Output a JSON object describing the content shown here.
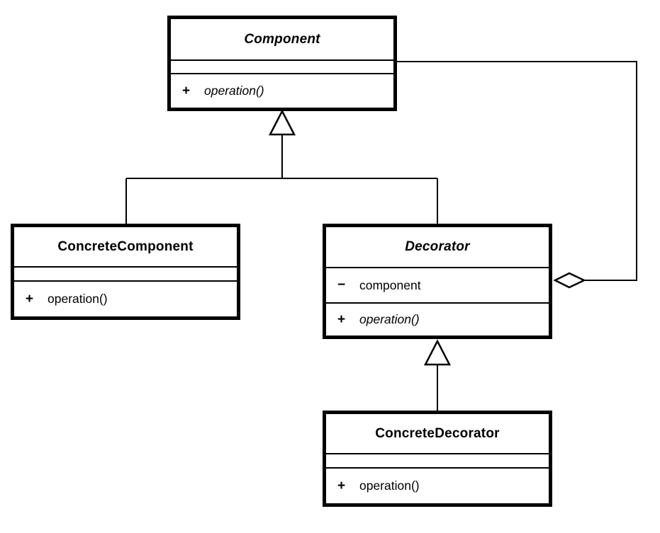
{
  "colors": {
    "stroke": "#000000",
    "background": "#ffffff"
  },
  "classes": {
    "component": {
      "name": "Component",
      "abstract": true,
      "attributes": [],
      "operations": [
        {
          "visibility": "+",
          "signature": "operation()",
          "abstract": true
        }
      ]
    },
    "concrete_component": {
      "name": "ConcreteComponent",
      "abstract": false,
      "attributes": [],
      "operations": [
        {
          "visibility": "+",
          "signature": "operation()",
          "abstract": false
        }
      ]
    },
    "decorator": {
      "name": "Decorator",
      "abstract": true,
      "attributes": [
        {
          "visibility": "−",
          "name": "component"
        }
      ],
      "operations": [
        {
          "visibility": "+",
          "signature": "operation()",
          "abstract": true
        }
      ]
    },
    "concrete_decorator": {
      "name": "ConcreteDecorator",
      "abstract": false,
      "attributes": [],
      "operations": [
        {
          "visibility": "+",
          "signature": "operation()",
          "abstract": false
        }
      ]
    }
  },
  "relationships": [
    {
      "type": "generalization",
      "from": "ConcreteComponent",
      "to": "Component"
    },
    {
      "type": "generalization",
      "from": "Decorator",
      "to": "Component"
    },
    {
      "type": "generalization",
      "from": "ConcreteDecorator",
      "to": "Decorator"
    },
    {
      "type": "aggregation",
      "owner": "Decorator",
      "part": "Component"
    }
  ]
}
